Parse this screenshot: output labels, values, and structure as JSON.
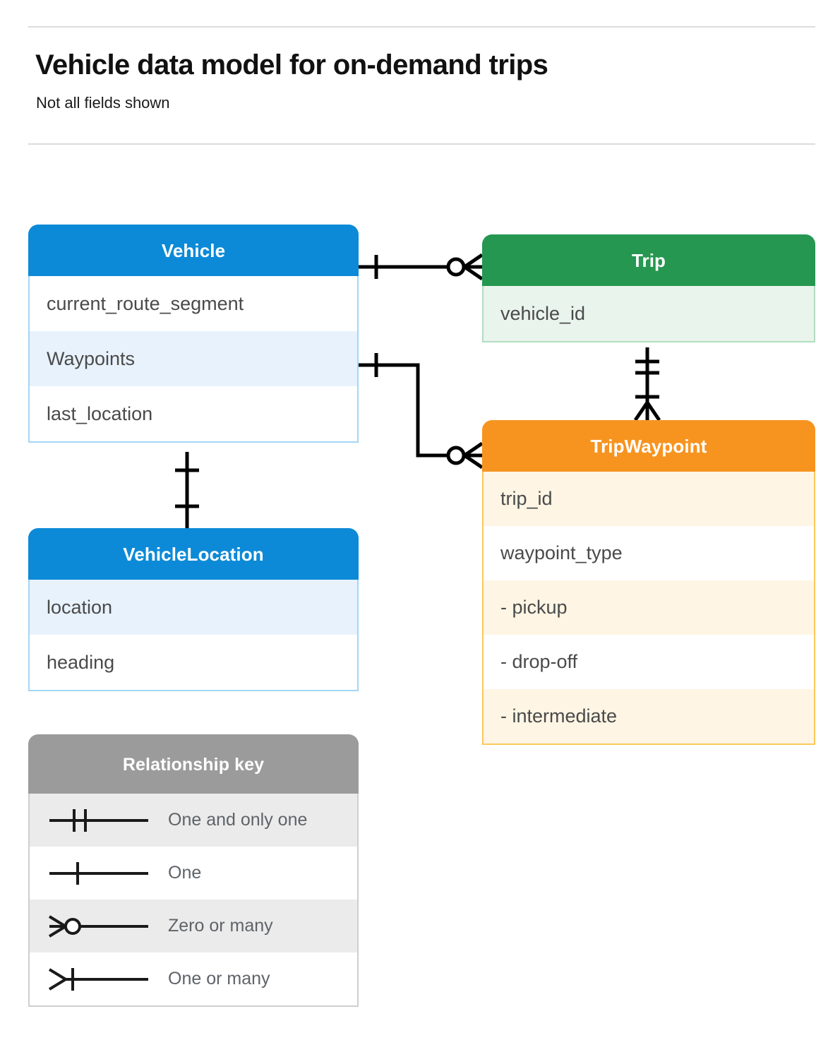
{
  "header": {
    "title": "Vehicle data model for on-demand trips",
    "subtitle": "Not all fields shown"
  },
  "colors": {
    "vehicle": "#0c8ad7",
    "vehicle_row_alt": "#e8f2fd",
    "vehicle_border": "#a5d6f7",
    "trip": "#259750",
    "trip_row_alt": "#e9f4ec",
    "trip_border": "#b2ddc0",
    "tripwaypoint": "#f79420",
    "tripwaypoint_row_alt": "#fef5e4",
    "tripwaypoint_border": "#fbc85b",
    "legend_header": "#9b9b9b",
    "legend_row_alt": "#ebebeb",
    "connector": "#000000",
    "rule": "#dcdcdc"
  },
  "entities": {
    "vehicle": {
      "name": "Vehicle",
      "fields": [
        {
          "label": "current_route_segment",
          "highlighted": false
        },
        {
          "label": "Waypoints",
          "highlighted": true
        },
        {
          "label": "last_location",
          "highlighted": false
        }
      ]
    },
    "vehiclelocation": {
      "name": "VehicleLocation",
      "fields": [
        {
          "label": "location",
          "highlighted": true
        },
        {
          "label": "heading",
          "highlighted": false
        }
      ]
    },
    "trip": {
      "name": "Trip",
      "fields": [
        {
          "label": "vehicle_id",
          "highlighted": true
        }
      ]
    },
    "tripwaypoint": {
      "name": "TripWaypoint",
      "fields": [
        {
          "label": "trip_id",
          "highlighted": true
        },
        {
          "label": "waypoint_type",
          "highlighted": false
        },
        {
          "label": "- pickup",
          "highlighted": true
        },
        {
          "label": "- drop-off",
          "highlighted": false
        },
        {
          "label": "- intermediate",
          "highlighted": true
        }
      ]
    }
  },
  "legend": {
    "title": "Relationship key",
    "items": [
      {
        "notation": "one-and-only-one",
        "label": "One and only one"
      },
      {
        "notation": "one",
        "label": "One"
      },
      {
        "notation": "zero-or-many",
        "label": "Zero or many"
      },
      {
        "notation": "one-or-many",
        "label": "One or many"
      }
    ]
  },
  "relationships": [
    {
      "id": "vehicle-to-trip",
      "from": "Vehicle",
      "to": "Trip",
      "from_cardinality": "one",
      "to_cardinality": "zero-or-many"
    },
    {
      "id": "vehicle-waypoints-to-tripwaypoint",
      "from": "Vehicle.Waypoints",
      "to": "TripWaypoint",
      "from_cardinality": "one",
      "to_cardinality": "zero-or-many"
    },
    {
      "id": "trip-to-tripwaypoint",
      "from": "Trip",
      "to": "TripWaypoint",
      "from_cardinality": "one-and-only-one",
      "to_cardinality": "one-or-many"
    },
    {
      "id": "vehicle-to-vehiclelocation",
      "from": "Vehicle",
      "to": "VehicleLocation",
      "from_cardinality": "one",
      "to_cardinality": "one"
    }
  ]
}
